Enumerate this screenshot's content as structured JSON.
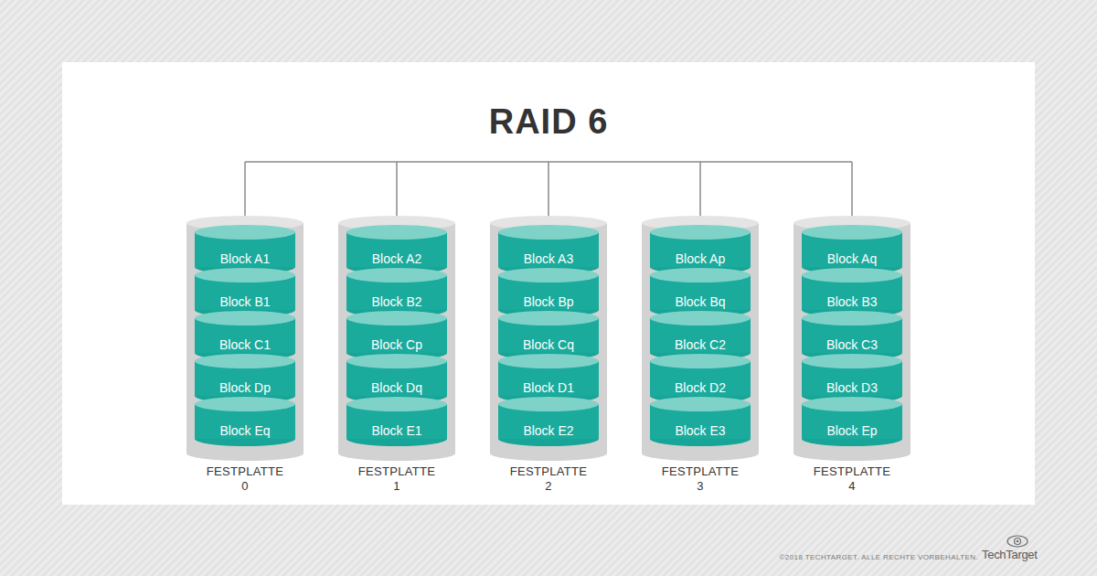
{
  "diagram": {
    "title": "RAID 6",
    "nodes": [
      {
        "text": [
          "FESTPLATTE 0"
        ]
      },
      {
        "text": [
          "Block A1"
        ],
        "in": 0
      },
      {
        "text": [
          "Block B1"
        ],
        "in": 0
      },
      {
        "text": [
          "Block C1"
        ],
        "in": 0
      },
      {
        "text": [
          "Block Dp"
        ],
        "in": 0
      },
      {
        "text": [
          "Block Eq"
        ],
        "in": 0
      },
      {
        "text": [
          "FESTPLATTE 1"
        ]
      },
      {
        "text": [
          "Block A2"
        ],
        "in": 6
      },
      {
        "text": [
          "Block B2"
        ],
        "in": 6
      },
      {
        "text": [
          "Block Cp"
        ],
        "in": 6
      },
      {
        "text": [
          "Block Dq"
        ],
        "in": 6
      },
      {
        "text": [
          "Block E1"
        ],
        "in": 6
      },
      {
        "text": [
          "FESTPLATTE 2"
        ]
      },
      {
        "text": [
          "Block A3"
        ],
        "in": 12
      },
      {
        "text": [
          "Block Bp"
        ],
        "in": 12
      },
      {
        "text": [
          "Block Cq"
        ],
        "in": 12
      },
      {
        "text": [
          "Block D1"
        ],
        "in": 12
      },
      {
        "text": [
          "Block E2"
        ],
        "in": 12
      },
      {
        "text": [
          "FESTPLATTE 3"
        ]
      },
      {
        "text": [
          "Block Ap"
        ],
        "in": 18
      },
      {
        "text": [
          "Block Bq"
        ],
        "in": 18
      },
      {
        "text": [
          "Block C2"
        ],
        "in": 18
      },
      {
        "text": [
          "Block D2"
        ],
        "in": 18
      },
      {
        "text": [
          "Block E3"
        ],
        "in": 18
      },
      {
        "text": [
          "FESTPLATTE 4"
        ]
      },
      {
        "text": [
          "Block Aq"
        ],
        "in": 24
      },
      {
        "text": [
          "Block B3"
        ],
        "in": 24
      },
      {
        "text": [
          "Block C3"
        ],
        "in": 24
      },
      {
        "text": [
          "Block D3"
        ],
        "in": 24
      },
      {
        "text": [
          "Block Ep"
        ],
        "in": 24
      }
    ],
    "labels": [
      "©2018 TECHTARGET. ALLE RECHTE VORBEHALTEN.",
      "TechTarget"
    ]
  }
}
